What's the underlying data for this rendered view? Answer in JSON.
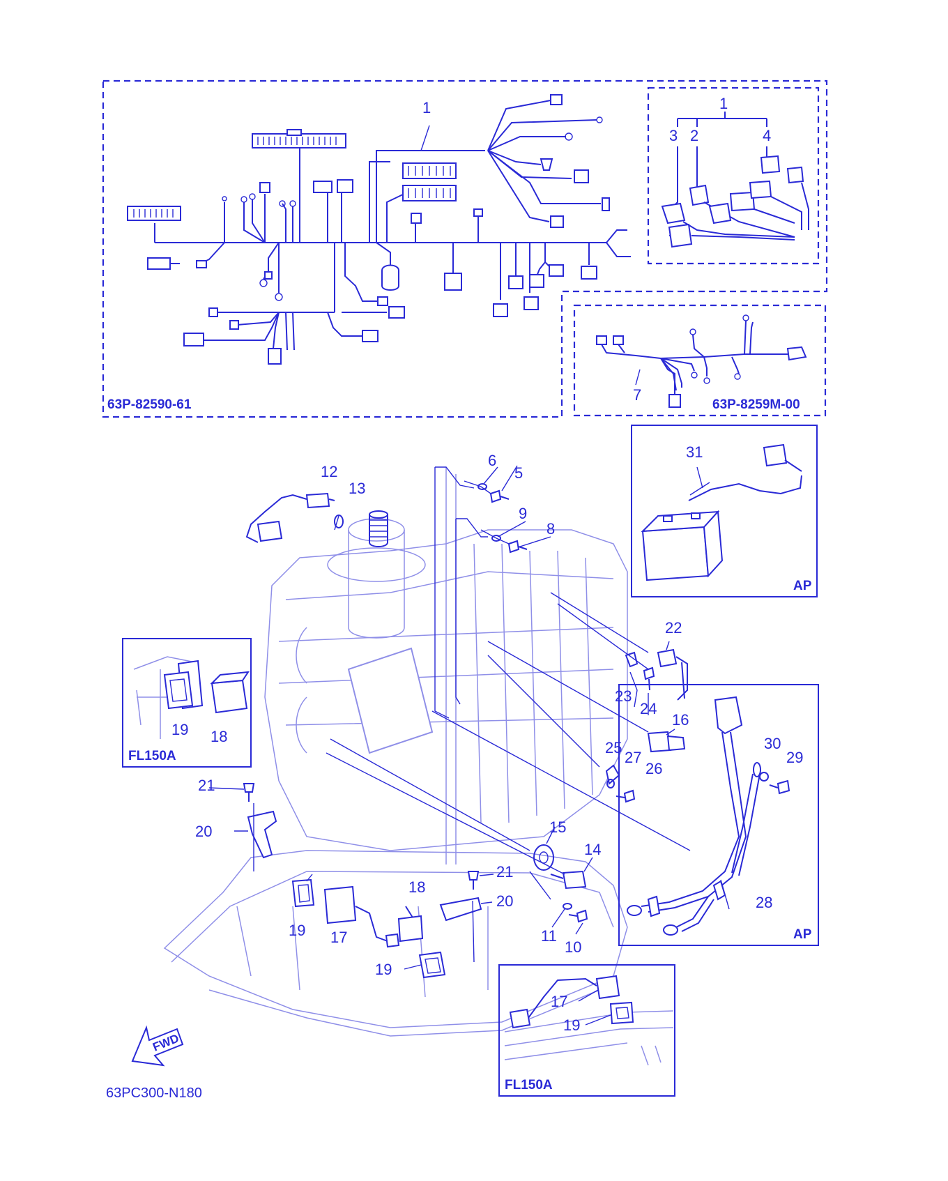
{
  "codes": {
    "harness_main": "63P-82590-61",
    "harness_sub": "63P-8259M-00",
    "diagram_ref": "63PC300-N180"
  },
  "variants": {
    "ap": "AP",
    "fl150a": "FL150A"
  },
  "direction_label": "FWD",
  "callouts": [
    {
      "id": "c1a",
      "label": "1"
    },
    {
      "id": "c1b",
      "label": "1"
    },
    {
      "id": "c2",
      "label": "2"
    },
    {
      "id": "c3",
      "label": "3"
    },
    {
      "id": "c4",
      "label": "4"
    },
    {
      "id": "c5",
      "label": "5"
    },
    {
      "id": "c6",
      "label": "6"
    },
    {
      "id": "c7",
      "label": "7"
    },
    {
      "id": "c8",
      "label": "8"
    },
    {
      "id": "c9",
      "label": "9"
    },
    {
      "id": "c10",
      "label": "10"
    },
    {
      "id": "c11",
      "label": "11"
    },
    {
      "id": "c12",
      "label": "12"
    },
    {
      "id": "c13",
      "label": "13"
    },
    {
      "id": "c14",
      "label": "14"
    },
    {
      "id": "c15",
      "label": "15"
    },
    {
      "id": "c16",
      "label": "16"
    },
    {
      "id": "c17a",
      "label": "17"
    },
    {
      "id": "c17b",
      "label": "17"
    },
    {
      "id": "c18a",
      "label": "18"
    },
    {
      "id": "c18b",
      "label": "18"
    },
    {
      "id": "c19a",
      "label": "19"
    },
    {
      "id": "c19b",
      "label": "19"
    },
    {
      "id": "c19c",
      "label": "19"
    },
    {
      "id": "c19d",
      "label": "19"
    },
    {
      "id": "c20a",
      "label": "20"
    },
    {
      "id": "c20b",
      "label": "20"
    },
    {
      "id": "c21a",
      "label": "21"
    },
    {
      "id": "c21b",
      "label": "21"
    },
    {
      "id": "c22",
      "label": "22"
    },
    {
      "id": "c23",
      "label": "23"
    },
    {
      "id": "c24",
      "label": "24"
    },
    {
      "id": "c25",
      "label": "25"
    },
    {
      "id": "c26",
      "label": "26"
    },
    {
      "id": "c27",
      "label": "27"
    },
    {
      "id": "c28",
      "label": "28"
    },
    {
      "id": "c29",
      "label": "29"
    },
    {
      "id": "c30",
      "label": "30"
    },
    {
      "id": "c31",
      "label": "31"
    }
  ],
  "icons": [
    "wire-harness-icon",
    "battery-icon",
    "sensor-icon",
    "bolt-icon",
    "washer-icon",
    "engine-block-icon",
    "fwd-arrow-icon",
    "battery-cable-icon"
  ]
}
